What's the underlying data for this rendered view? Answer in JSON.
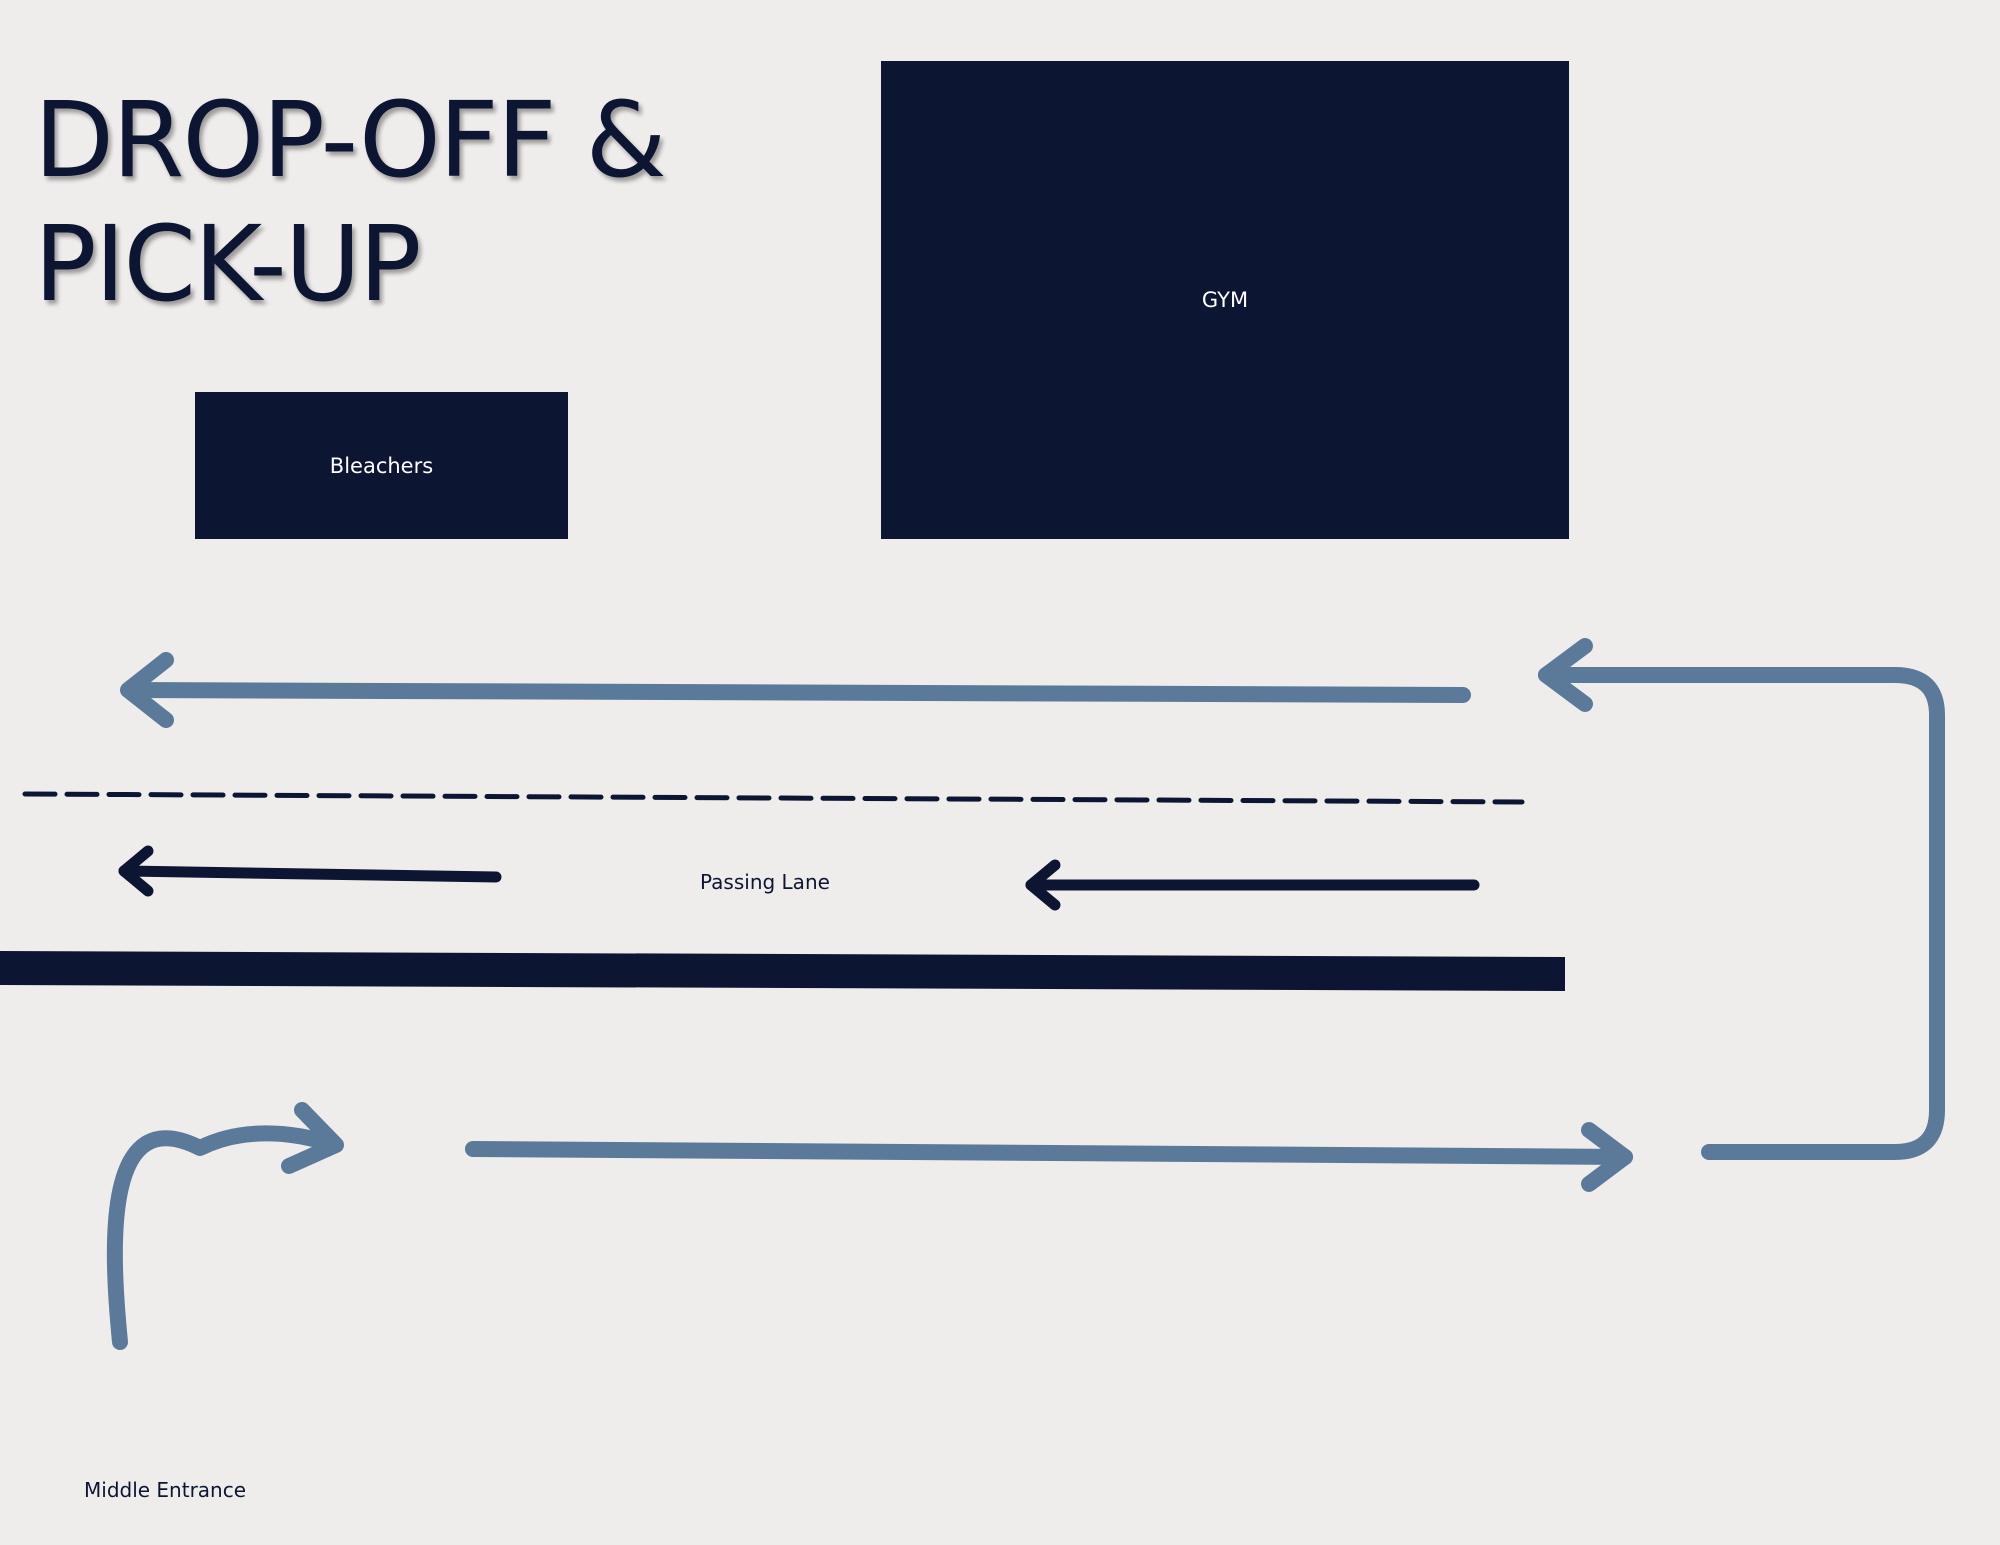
{
  "title": {
    "line1": "DROP-OFF &",
    "line2": "PICK-UP"
  },
  "buildings": {
    "bleachers": "Bleachers",
    "gym": "GYM"
  },
  "labels": {
    "passing_lane": "Passing Lane",
    "middle_entrance": "Middle Entrance"
  },
  "colors": {
    "background": "#efedec",
    "navy": "#0c1633",
    "route_blue": "#5b7a99",
    "text_on_dark": "#ffffff"
  }
}
